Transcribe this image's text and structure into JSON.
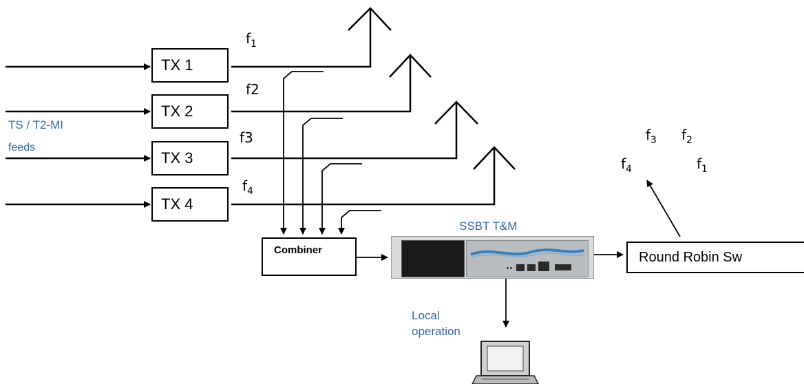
{
  "transmitters": [
    {
      "label": "TX 1"
    },
    {
      "label": "TX 2"
    },
    {
      "label": "TX 3"
    },
    {
      "label": "TX 4"
    }
  ],
  "frequencies": [
    {
      "base": "f",
      "sub": "1"
    },
    {
      "base": "f2",
      "sub": ""
    },
    {
      "base": "f3",
      "sub": ""
    },
    {
      "base": "f",
      "sub": "4"
    }
  ],
  "feeds_label": {
    "line1": "TS / T2-MI",
    "line2": "feeds"
  },
  "combiner_label": "Combiner",
  "device_label": "SSBT T&M",
  "round_robin_label": "Round Robin Sw",
  "local_operation": {
    "line1": "Local",
    "line2": "operation"
  },
  "cycle_frequencies": {
    "f3": {
      "base": "f",
      "sub": "3"
    },
    "f2": {
      "base": "f",
      "sub": "2"
    },
    "f4": {
      "base": "f",
      "sub": "4"
    },
    "f1": {
      "base": "f",
      "sub": "1"
    }
  },
  "colors": {
    "label_blue": "#3565a5",
    "line": "#000000"
  },
  "icons": [
    "antenna-icon",
    "laptop-icon",
    "rack-device-icon"
  ]
}
